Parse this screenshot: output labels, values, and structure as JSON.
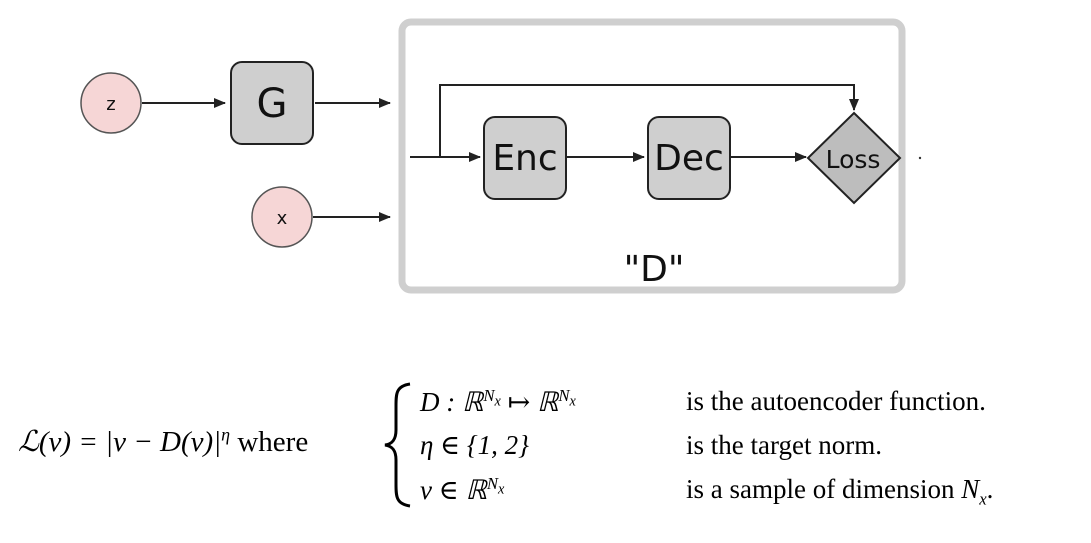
{
  "nodes": {
    "z": "z",
    "g": "G",
    "x": "x",
    "enc": "Enc",
    "dec": "Dec",
    "loss": "Loss",
    "d_label": "\"D\""
  },
  "formula": {
    "lhs_loss": "ℒ",
    "lhs_arg": "(v) = |v − D(v)|",
    "lhs_exp": "η",
    "where": " where ",
    "case1_math": "D : ℝ",
    "case1_sup": "N",
    "case1_sub": "x",
    "case1_map": " ↦ ℝ",
    "case1_sup2": "N",
    "case1_sub2": "x",
    "case1_desc": "is the autoencoder function.",
    "case2_math": "η ∈ {1, 2}",
    "case2_desc": "is the target norm.",
    "case3_math": "v ∈ ℝ",
    "case3_sup": "N",
    "case3_sub": "x",
    "case3_desc_prefix": "is a sample of dimension ",
    "case3_desc_N": "N",
    "case3_desc_sub": "x",
    "case3_desc_end": "."
  },
  "colors": {
    "circle_fill": "#f6d6d6",
    "box_fill": "#cfcfcf",
    "frame": "#cfcfcf",
    "stroke": "#222222"
  }
}
